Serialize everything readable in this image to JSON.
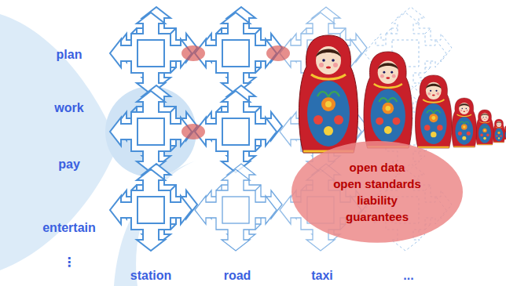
{
  "diagram": {
    "nodes": [
      {
        "text": [
          "open data",
          "open standards",
          "liability",
          "guarantees"
        ]
      }
    ],
    "labels": [
      "plan",
      "work",
      "pay",
      "entertain",
      "⋮",
      "station",
      "road",
      "taxi",
      "..."
    ]
  }
}
